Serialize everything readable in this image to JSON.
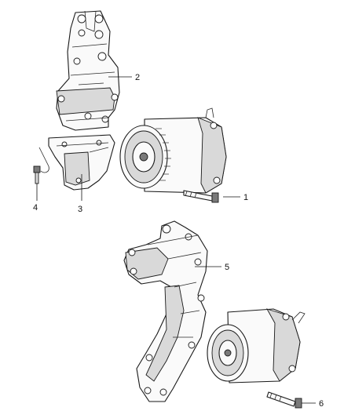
{
  "callouts": [
    {
      "id": "bracket-upper",
      "label": "2"
    },
    {
      "id": "bracket-lower",
      "label": "3"
    },
    {
      "id": "stud",
      "label": "4"
    },
    {
      "id": "bolt-upper",
      "label": "1"
    },
    {
      "id": "bracket-large",
      "label": "5"
    },
    {
      "id": "bolt-lower",
      "label": "6"
    }
  ]
}
